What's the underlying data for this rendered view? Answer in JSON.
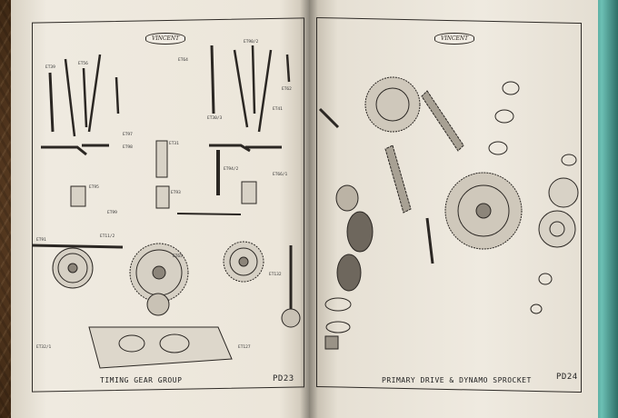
{
  "left_page": {
    "logo": "VINCENT",
    "caption": "TIMING GEAR GROUP",
    "page_number": "PD23",
    "part_labels": [
      "ET39",
      "ET56",
      "ET90/2",
      "ET41",
      "ET62",
      "ET30/3",
      "ET64",
      "ET31",
      "ET97",
      "ET98",
      "ET95",
      "ET99",
      "ET93",
      "ET94/2",
      "ET66/1",
      "ET65",
      "ET91",
      "ET11/2",
      "ET132",
      "ET127",
      "ET32/1"
    ]
  },
  "right_page": {
    "logo": "VINCENT",
    "caption": "PRIMARY DRIVE & DYNAMO SPROCKET",
    "page_number": "PD24"
  },
  "colors": {
    "paper": "#ece7dc",
    "ink": "#2e2a26",
    "binder": "#4fa89d",
    "wicker": "#6b4a2a"
  }
}
